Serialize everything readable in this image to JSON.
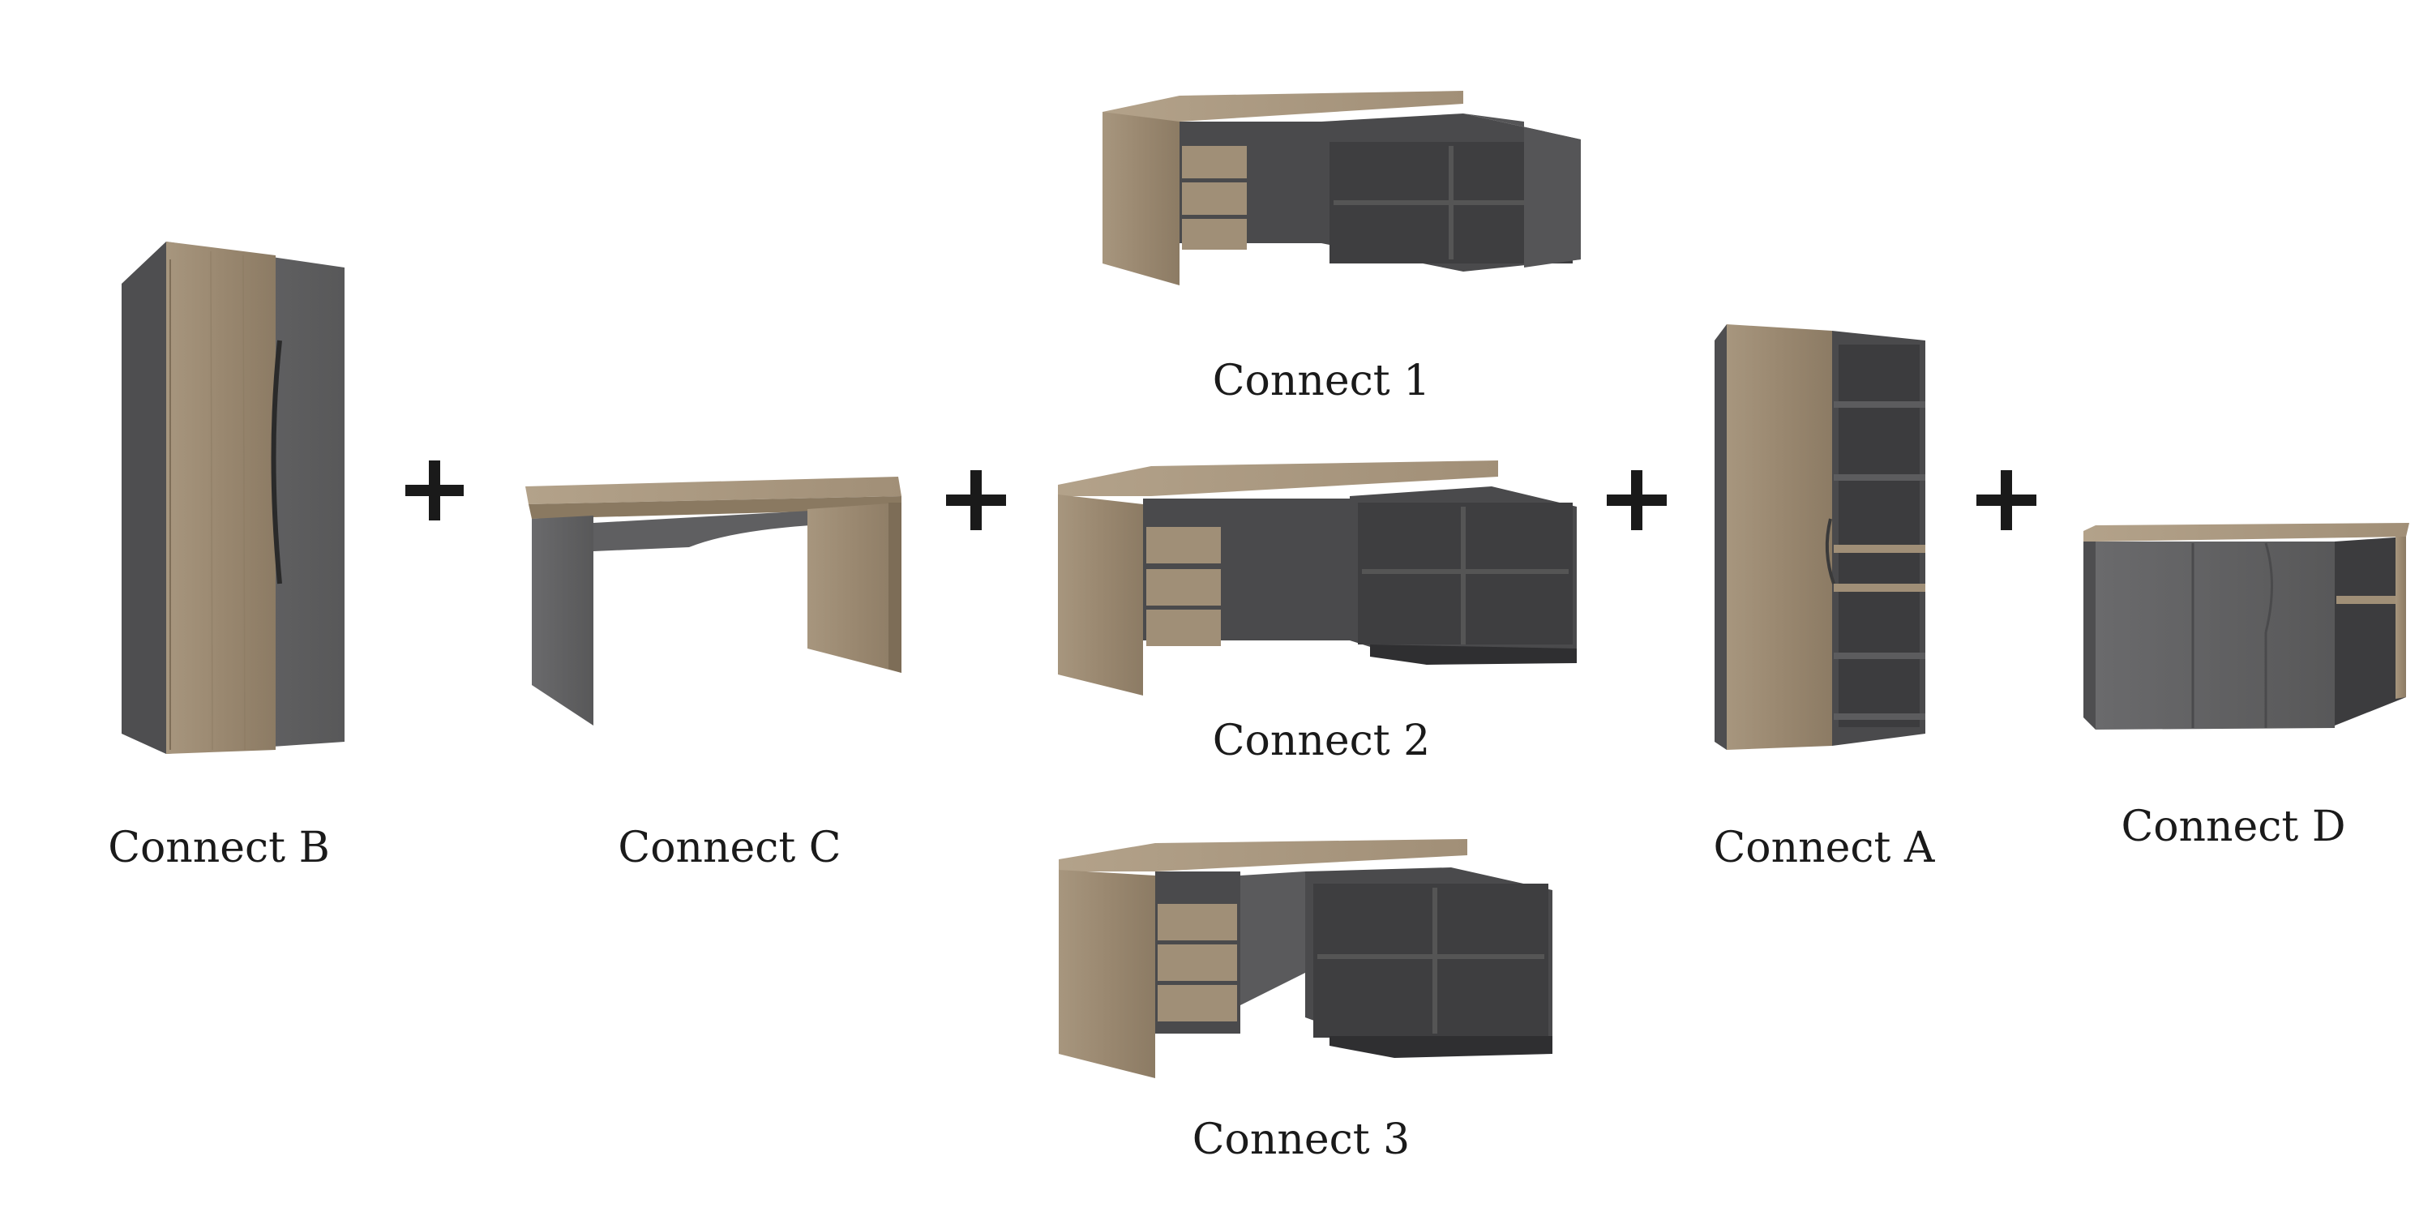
{
  "products": {
    "connect_b": {
      "label": "Connect B"
    },
    "connect_c": {
      "label": "Connect C"
    },
    "connect_1": {
      "label": "Connect 1"
    },
    "connect_2": {
      "label": "Connect 2"
    },
    "connect_3": {
      "label": "Connect 3"
    },
    "connect_a": {
      "label": "Connect A"
    },
    "connect_d": {
      "label": "Connect D"
    }
  },
  "colors": {
    "oak": "#9c8b74",
    "oak_light": "#b4a48c",
    "anthracite": "#5a5a5c",
    "anthracite_dark": "#3f3f41",
    "plus": "#1a1a1a"
  },
  "icons": [
    "plus-icon"
  ]
}
